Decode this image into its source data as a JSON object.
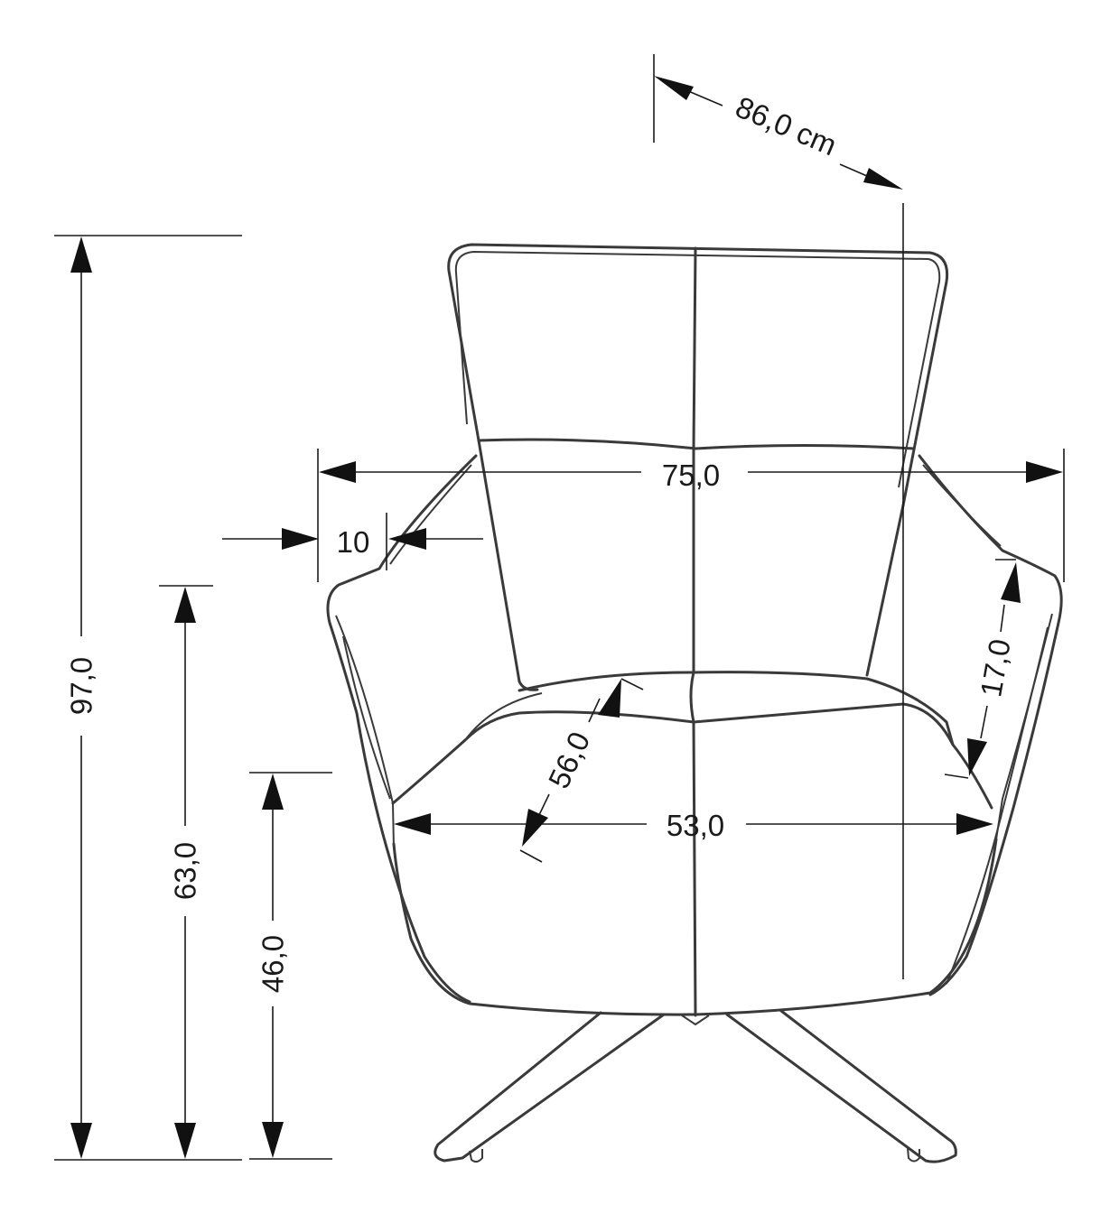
{
  "dimensions": {
    "depth": "86,0 cm",
    "width": "75,0",
    "arm_width": "10",
    "total_height": "97,0",
    "arm_height": "63,0",
    "seat_height": "46,0",
    "seat_depth": "56,0",
    "seat_width": "53,0",
    "arm_rest_height": "17,0"
  },
  "colors": {
    "line": "#3a3a3a",
    "dimension": "#1a1a1a"
  }
}
